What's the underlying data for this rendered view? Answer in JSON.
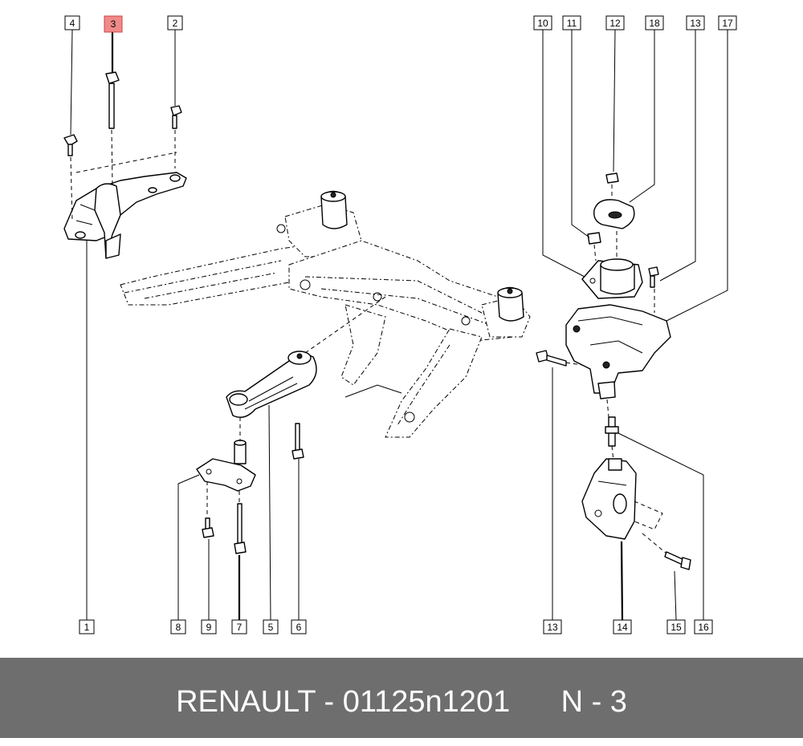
{
  "callouts": {
    "c1": "1",
    "c2": "2",
    "c3": "3",
    "c4": "4",
    "c5": "5",
    "c6": "6",
    "c7": "7",
    "c8": "8",
    "c9": "9",
    "c10": "10",
    "c11": "11",
    "c12": "12",
    "c13_top": "13",
    "c13_bottom": "13",
    "c14": "14",
    "c15": "15",
    "c16": "16",
    "c17": "17",
    "c18": "18"
  },
  "highlight_color": "#f08a8a",
  "footer": {
    "brand_part": "RENAULT - 01125n1201",
    "position_code": "N - 3",
    "background": "#6e6e6e"
  }
}
